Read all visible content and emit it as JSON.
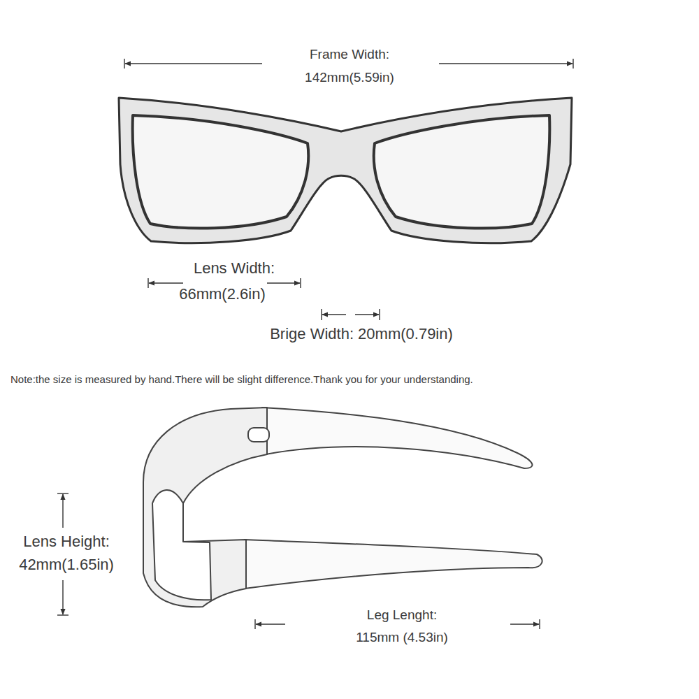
{
  "diagram": {
    "labels": [
      "Frame Width:",
      "142mm(5.59in)",
      "Lens Width:",
      "66mm(2.6in)",
      "Brige Width: 20mm(0.79in)",
      "Note:the size is measured by hand.There will be slight difference.Thank you for your understanding.",
      "Lens Height:",
      "42mm(1.65in)",
      "Leg Lenght:",
      "115mm (4.53in)"
    ]
  }
}
